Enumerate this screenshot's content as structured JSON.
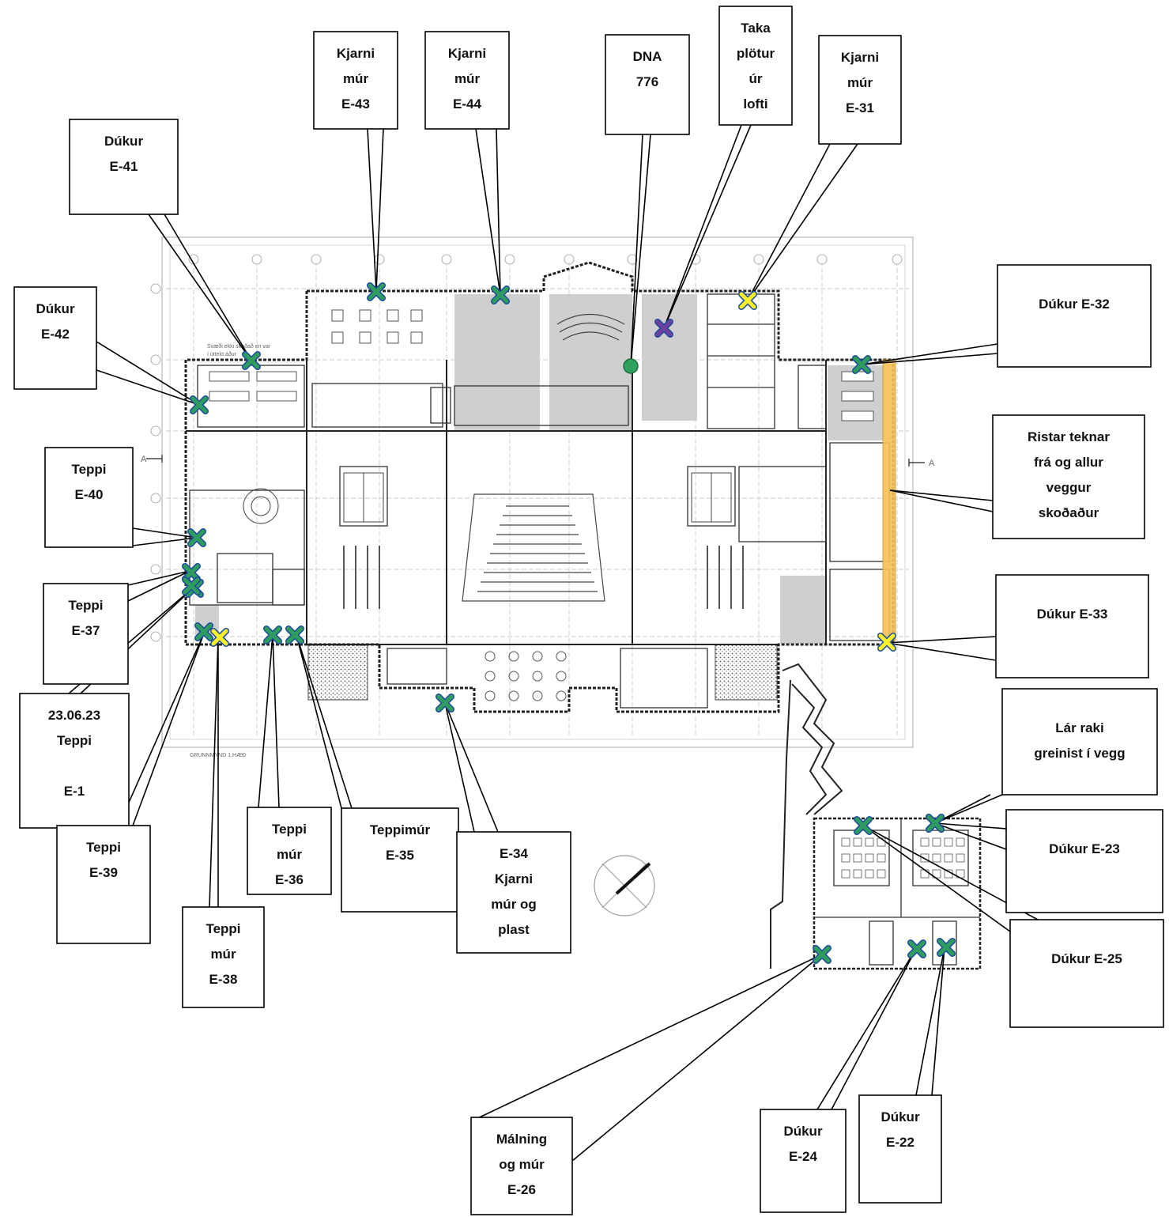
{
  "plan": {
    "axis_letter_left": "A",
    "axis_letter_right": "A",
    "caption": "GRUNNMYND 1.HÆÐ",
    "note_line1": "Svæði ekki skoðað en var",
    "note_line2": "í úttekt áður"
  },
  "colors": {
    "marker_green": "#2e9c5e",
    "marker_outline": "#1f4f9c",
    "marker_yellow": "#f7ef2a",
    "marker_purple": "#6a3f9e",
    "dna_dot": "#2ea25c",
    "shaded_area": "#cfcfcf",
    "wall_highlight": "#f4c256"
  },
  "callouts": [
    {
      "id": "E-43",
      "lines": [
        "Kjarni",
        "múr",
        "E-43"
      ],
      "marker": "green-x"
    },
    {
      "id": "E-44",
      "lines": [
        "Kjarni",
        "múr",
        "E-44"
      ],
      "marker": "green-x"
    },
    {
      "id": "DNA-776",
      "lines": [
        "DNA",
        "776"
      ],
      "marker": "green-dot"
    },
    {
      "id": "plotur",
      "lines": [
        "Taka",
        "plötur",
        "úr",
        "lofti"
      ],
      "marker": "purple-x"
    },
    {
      "id": "E-31",
      "lines": [
        "Kjarni",
        "múr",
        "E-31"
      ],
      "marker": "yellow-x"
    },
    {
      "id": "E-41",
      "lines": [
        "Dúkur",
        "E-41"
      ],
      "marker": "green-x"
    },
    {
      "id": "E-42",
      "lines": [
        "Dúkur",
        "E-42"
      ],
      "marker": "green-x"
    },
    {
      "id": "E-32",
      "lines": [
        "Dúkur E-32"
      ],
      "marker": "green-x"
    },
    {
      "id": "ristar",
      "lines": [
        "Ristar teknar",
        "frá og allur",
        "veggur",
        "skoðaður"
      ],
      "marker": "highlight"
    },
    {
      "id": "E-40",
      "lines": [
        "Teppi",
        "E-40"
      ],
      "marker": "green-x"
    },
    {
      "id": "E-37",
      "lines": [
        "Teppi",
        "E-37"
      ],
      "marker": "green-x"
    },
    {
      "id": "E-33",
      "lines": [
        "Dúkur E-33"
      ],
      "marker": "yellow-x"
    },
    {
      "id": "E-1",
      "lines": [
        "23.06.23",
        "Teppi",
        "",
        "E-1"
      ],
      "marker": "green-x"
    },
    {
      "id": "E-39",
      "lines": [
        "Teppi",
        "E-39"
      ],
      "marker": "green-x"
    },
    {
      "id": "E-38",
      "lines": [
        "Teppi",
        "múr",
        "E-38"
      ],
      "marker": "yellow-x"
    },
    {
      "id": "E-36",
      "lines": [
        "Teppi",
        "múr",
        "E-36"
      ],
      "marker": "green-x"
    },
    {
      "id": "E-35",
      "lines": [
        "Teppimúr",
        "E-35"
      ],
      "marker": "green-x"
    },
    {
      "id": "E-34",
      "lines": [
        "E-34",
        "Kjarni",
        "múr og",
        "plast"
      ],
      "marker": "green-x"
    },
    {
      "id": "rakki",
      "lines": [
        "Lár raki",
        "greinist í vegg"
      ],
      "marker": "green-x"
    },
    {
      "id": "E-23",
      "lines": [
        "Dúkur E-23"
      ],
      "marker": "green-x"
    },
    {
      "id": "E-25",
      "lines": [
        "Dúkur E-25"
      ],
      "marker": "green-x"
    },
    {
      "id": "E-26",
      "lines": [
        "Málning",
        "og múr",
        "E-26"
      ],
      "marker": "green-x"
    },
    {
      "id": "E-24",
      "lines": [
        "Dúkur",
        "E-24"
      ],
      "marker": "green-x"
    },
    {
      "id": "E-22",
      "lines": [
        "Dúkur",
        "E-22"
      ],
      "marker": "green-x"
    }
  ]
}
